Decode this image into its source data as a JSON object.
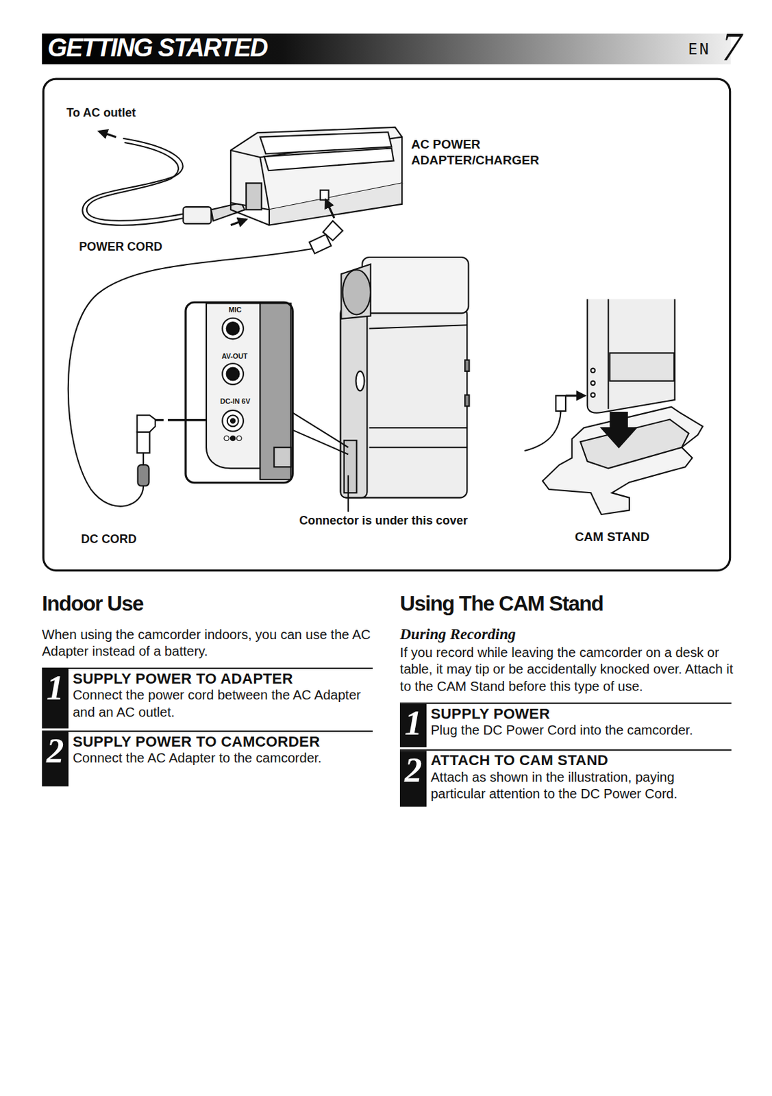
{
  "diagram": {
    "title": "GETTING STARTED",
    "nodes": [
      {
        "text": [
          "MIC",
          "AV-OUT",
          "DC-IN 6V"
        ]
      },
      {
        "text": [
          "1",
          "SUPPLY POWER TO ADAPTER",
          "Connect the power cord between the AC Adapter and an AC outlet."
        ]
      },
      {
        "text": [
          "2",
          "SUPPLY POWER TO CAMCORDER",
          "Connect the AC Adapter to the camcorder."
        ]
      },
      {
        "text": [
          "1",
          "SUPPLY POWER",
          "Plug the DC Power Cord into the camcorder."
        ]
      },
      {
        "text": [
          "2",
          "ATTACH TO CAM STAND",
          "Attach as shown in the illustration, paying particular attention to the DC Power Cord."
        ]
      }
    ],
    "labels": [
      "EN",
      "7",
      "To AC outlet",
      "AC POWER ADAPTER/CHARGER",
      "POWER CORD",
      "Connector is under this cover",
      "DC CORD",
      "CAM STAND",
      "Indoor Use",
      "When using the camcorder indoors, you can use the AC Adapter instead of a battery.",
      "Using The CAM Stand",
      "During Recording",
      "If you record while leaving the camcorder on a desk or table, it may tip or be accidentally knocked over. Attach it to the CAM Stand before this type of use."
    ]
  }
}
